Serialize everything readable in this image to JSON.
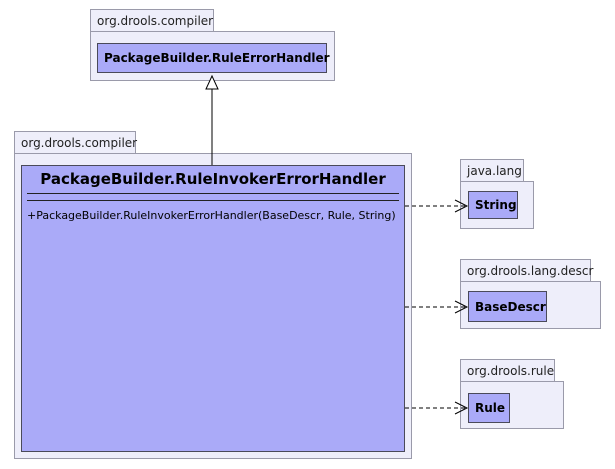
{
  "packages": {
    "compiler_top": "org.drools.compiler",
    "compiler_main": "org.drools.compiler",
    "java_lang": "java.lang",
    "lang_descr": "org.drools.lang.descr",
    "rule": "org.drools.rule"
  },
  "classes": {
    "rule_error_handler": "PackageBuilder.RuleErrorHandler",
    "rule_invoker_error_handler": "PackageBuilder.RuleInvokerErrorHandler",
    "constructor": "+PackageBuilder.RuleInvokerErrorHandler(BaseDescr, Rule, String)",
    "string": "String",
    "base_descr": "BaseDescr",
    "rule": "Rule"
  },
  "colors": {
    "package_fill": "#eeeefa",
    "class_fill": "#aaaaf8"
  }
}
